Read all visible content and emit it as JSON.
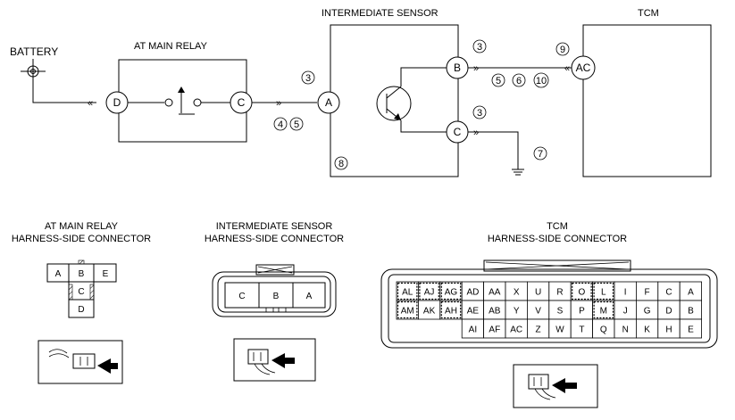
{
  "labels": {
    "battery": "BATTERY",
    "at_main_relay": "AT MAIN RELAY",
    "intermediate_sensor": "INTERMEDIATE SENSOR",
    "tcm": "TCM"
  },
  "nodes": {
    "relay_d": "D",
    "relay_c": "C",
    "sensor_a": "A",
    "sensor_b": "B",
    "sensor_c": "C",
    "tcm_ac": "AC"
  },
  "callouts": [
    "3",
    "4",
    "5",
    "3",
    "5",
    "6",
    "10",
    "9",
    "3",
    "7",
    "8"
  ],
  "connectors": {
    "relay": {
      "title1": "AT MAIN RELAY",
      "title2": "HARNESS-SIDE CONNECTOR",
      "pins": [
        "A",
        "B",
        "E",
        "C",
        "D"
      ]
    },
    "sensor": {
      "title1": "INTERMEDIATE SENSOR",
      "title2": "HARNESS-SIDE CONNECTOR",
      "pins": [
        "C",
        "B",
        "A"
      ]
    },
    "tcm": {
      "title1": "TCM",
      "title2": "HARNESS-SIDE CONNECTOR",
      "row1": [
        "AL",
        "AJ",
        "AG",
        "AD",
        "AA",
        "X",
        "U",
        "R",
        "O",
        "L",
        "I",
        "F",
        "C",
        "A"
      ],
      "row2": [
        "AM",
        "AK",
        "AH",
        "AE",
        "AB",
        "Y",
        "V",
        "S",
        "P",
        "M",
        "J",
        "G",
        "D",
        "B"
      ],
      "row3": [
        "AI",
        "AF",
        "AC",
        "Z",
        "W",
        "T",
        "Q",
        "N",
        "K",
        "H",
        "E"
      ]
    }
  }
}
